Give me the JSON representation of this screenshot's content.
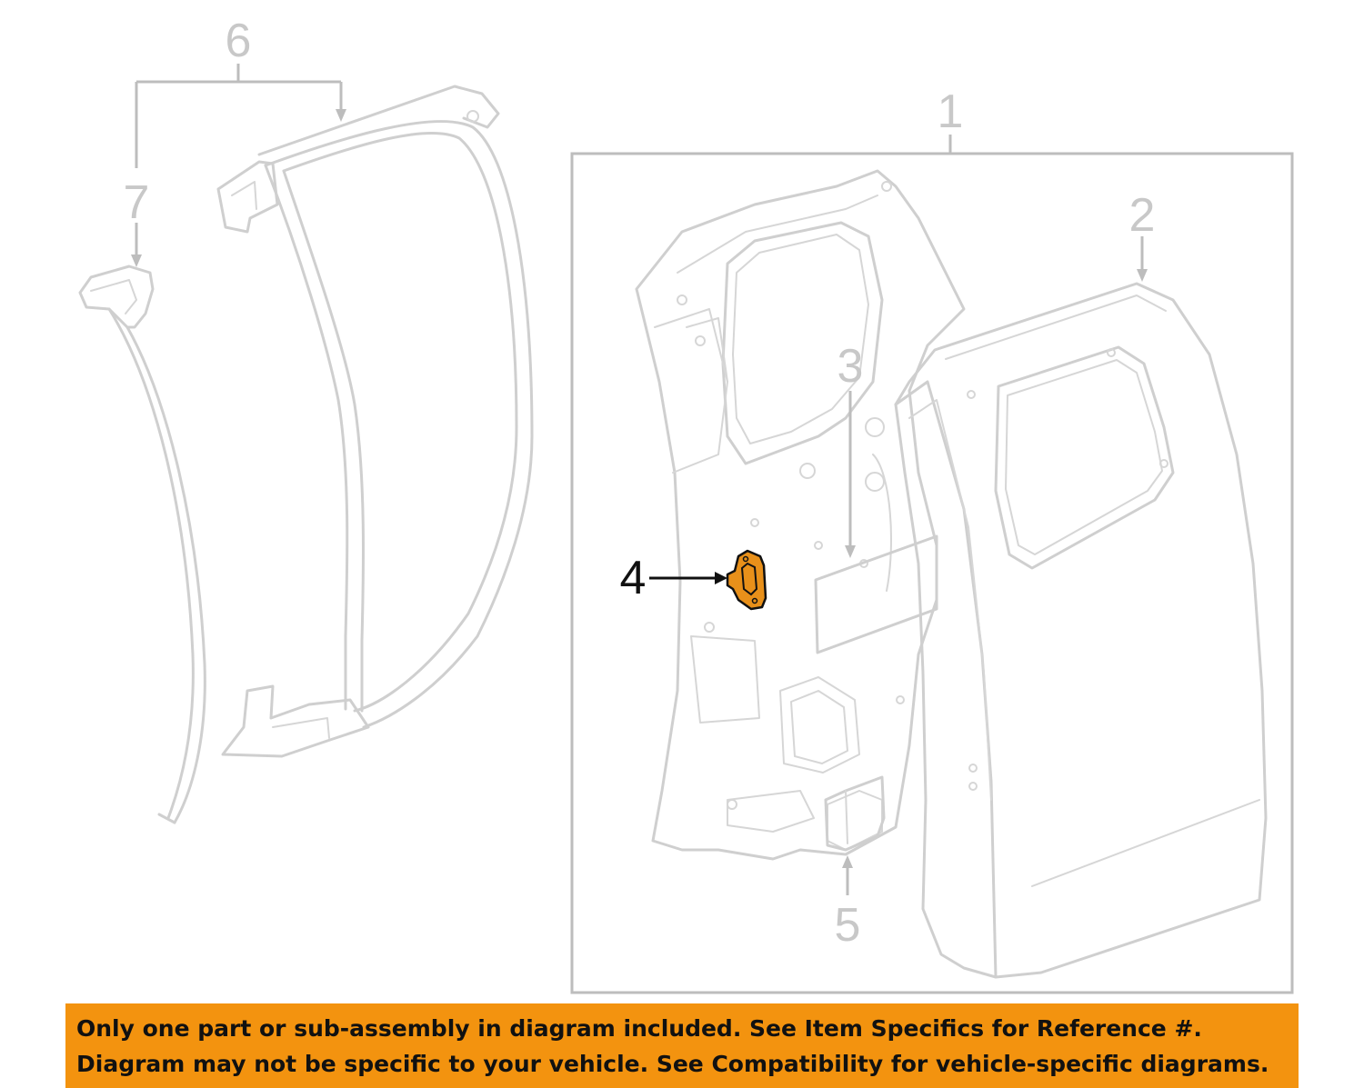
{
  "callouts": {
    "c1": "1",
    "c2": "2",
    "c3": "3",
    "c4": "4",
    "c5": "5",
    "c6": "6",
    "c7": "7"
  },
  "highlight_callout": "4",
  "colors": {
    "highlight_part": "#e8901a",
    "banner_background": "#f3930f",
    "inactive_linework": "#cfcfcf",
    "active_linework": "#111111"
  },
  "notice": {
    "line1": "Only one part or sub-assembly in diagram included. See Item Specifics for Reference #.",
    "line2": "Diagram may not be specific to your vehicle. See Compatibility for vehicle-specific diagrams."
  }
}
